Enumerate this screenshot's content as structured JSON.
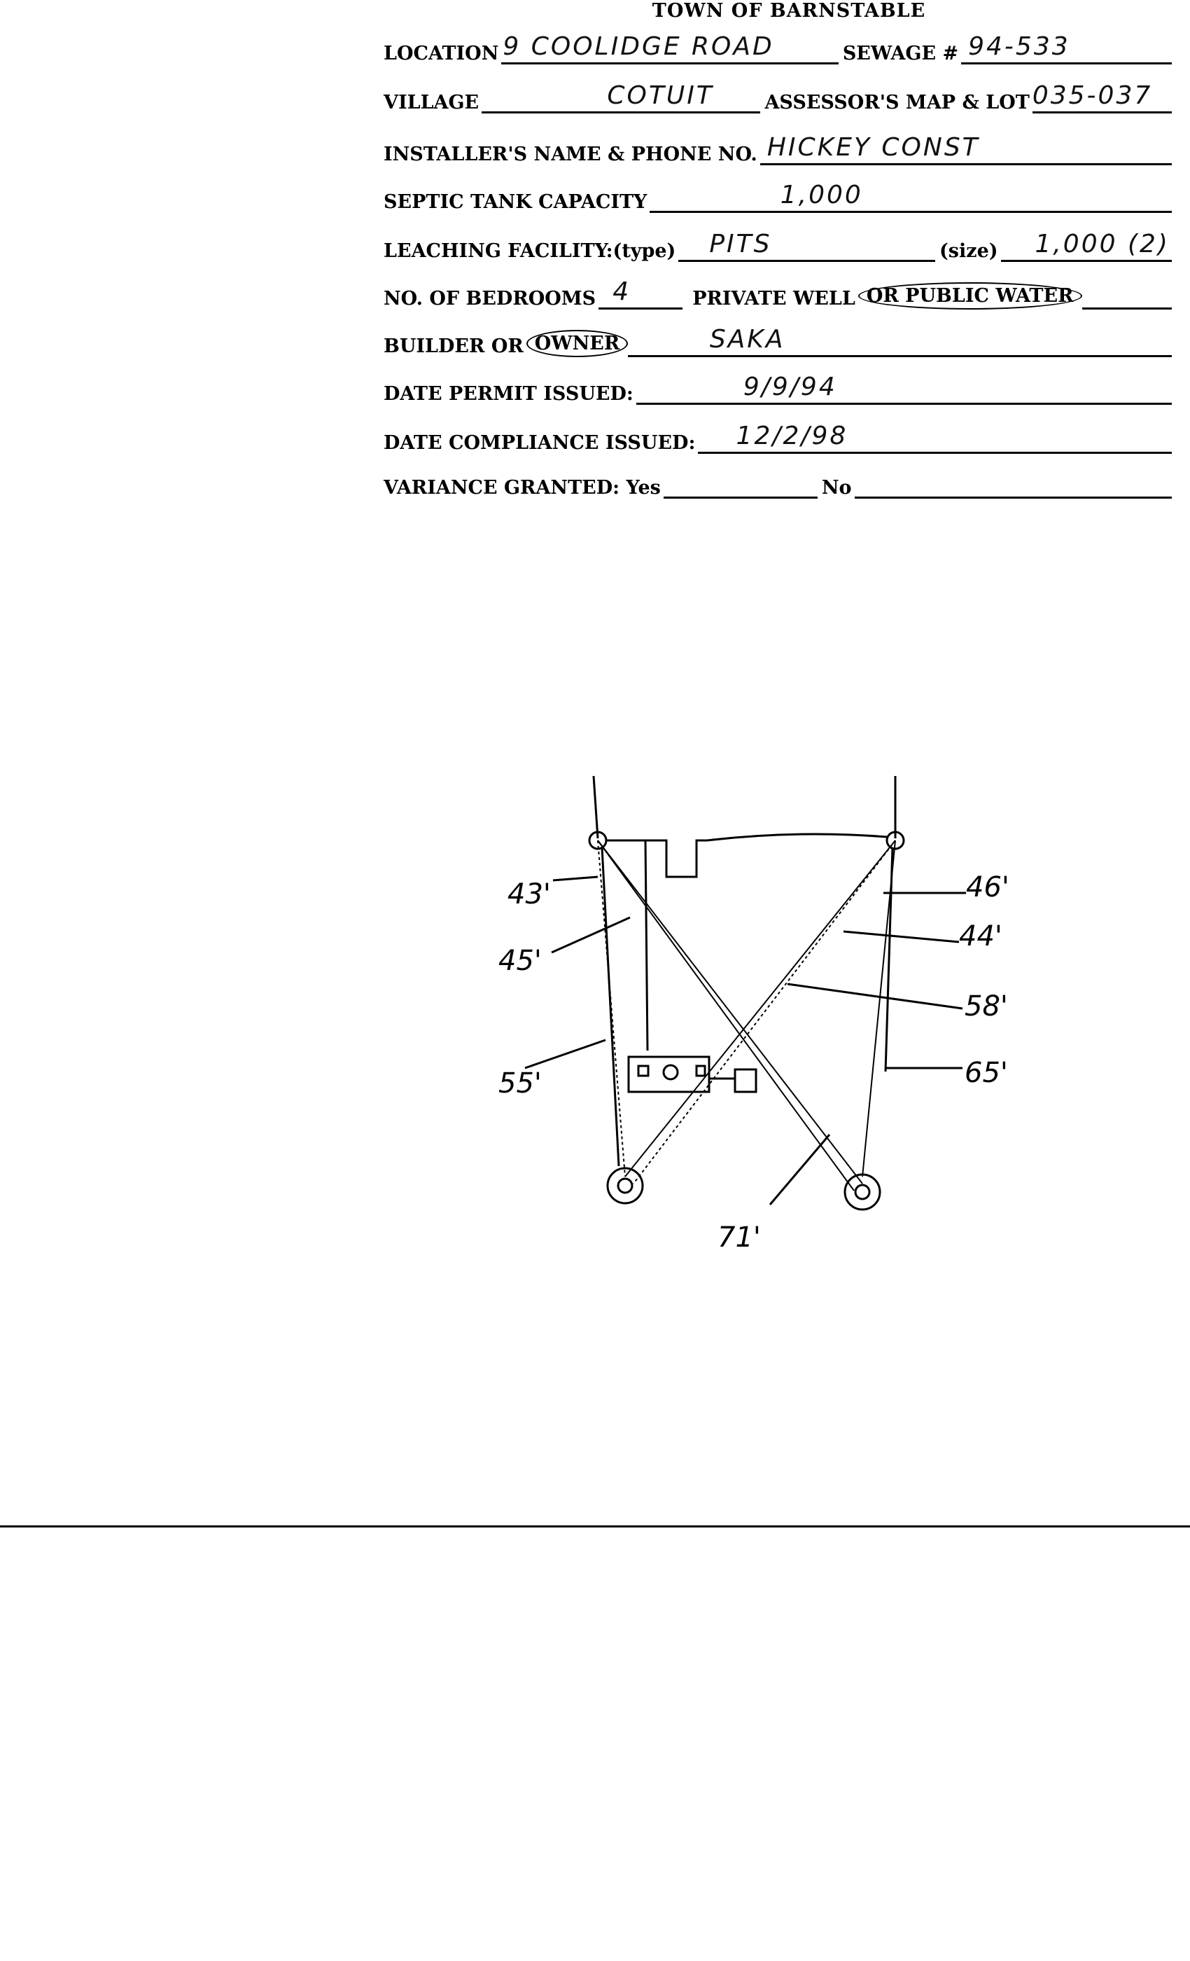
{
  "title": "TOWN OF BARNSTABLE",
  "fields": {
    "location": {
      "label": "LOCATION",
      "value": "9 COOLIDGE ROAD"
    },
    "sewage": {
      "label": "SEWAGE #",
      "value": "94-533"
    },
    "village": {
      "label": "VILLAGE",
      "value": "COTUIT"
    },
    "map_lot": {
      "label": "ASSESSOR'S  MAP & LOT",
      "value": "035-037"
    },
    "installer": {
      "label": "INSTALLER'S NAME & PHONE NO.",
      "value": "HICKEY CONST"
    },
    "septic_capacity": {
      "label": "SEPTIC TANK CAPACITY",
      "value": "1,000"
    },
    "leaching_type": {
      "label": "LEACHING FACILITY:(type)",
      "value": "PITS"
    },
    "leaching_size": {
      "label": "(size)",
      "value": "1,000 (2)"
    },
    "bedrooms": {
      "label": "NO. OF BEDROOMS",
      "value": "4"
    },
    "water": {
      "label_a": "PRIVATE WELL",
      "label_b": "OR PUBLIC WATER"
    },
    "builder": {
      "label_a": "BUILDER OR",
      "label_b": "OWNER",
      "value": "SAKA"
    },
    "permit_date": {
      "label": "DATE PERMIT ISSUED:",
      "value": "9/9/94"
    },
    "compliance_date": {
      "label": "DATE  COMPLIANCE ISSUED:",
      "value": "12/2/98"
    },
    "variance": {
      "label": "VARIANCE GRANTED:  Yes",
      "no_label": "No"
    }
  },
  "sketch": {
    "labels": [
      "43'",
      "45'",
      "55'",
      "46'",
      "44'",
      "58'",
      "65'",
      "71'"
    ]
  }
}
